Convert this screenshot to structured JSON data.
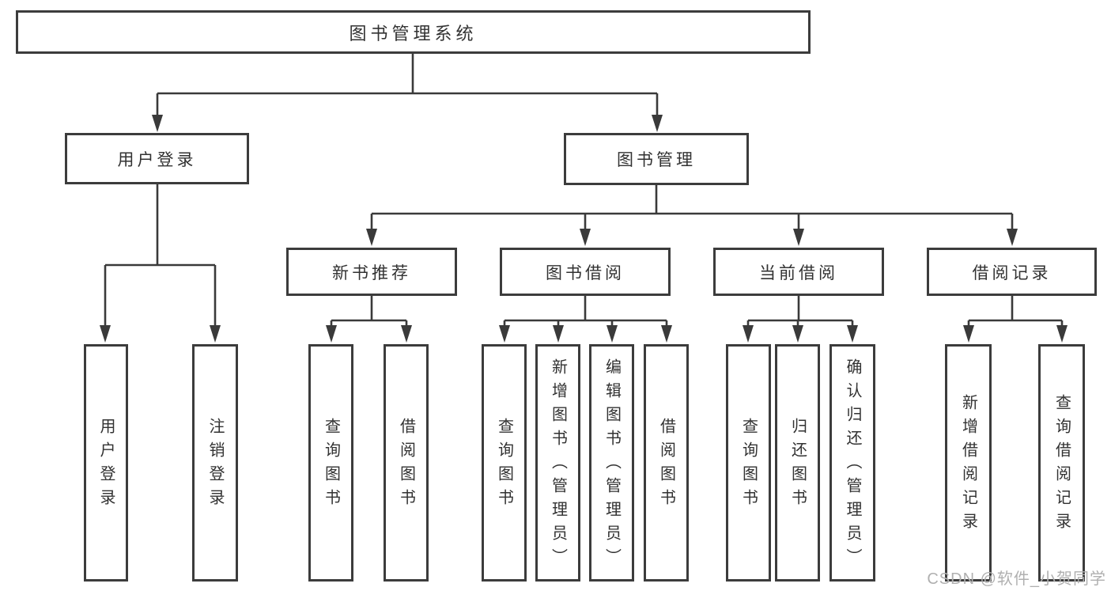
{
  "colors": {
    "background": "#ffffff",
    "box_border": "#3c3c3c",
    "connector": "#3a3a3a",
    "text": "#323232",
    "watermark": "#b0b0b0"
  },
  "watermark": {
    "text": "CSDN @软件_小贺同学"
  },
  "tree": {
    "label": "图书管理系统",
    "children": [
      {
        "label": "用户登录",
        "children": [
          {
            "label": "用户登录"
          },
          {
            "label": "注销登录"
          }
        ]
      },
      {
        "label": "图书管理",
        "children": [
          {
            "label": "新书推荐",
            "children": [
              {
                "label": "查询图书"
              },
              {
                "label": "借阅图书"
              }
            ]
          },
          {
            "label": "图书借阅",
            "children": [
              {
                "label": "查询图书"
              },
              {
                "label": "新增图书（管理员）"
              },
              {
                "label": "编辑图书（管理员）"
              },
              {
                "label": "借阅图书"
              }
            ]
          },
          {
            "label": "当前借阅",
            "children": [
              {
                "label": "查询图书"
              },
              {
                "label": "归还图书"
              },
              {
                "label": "确认归还（管理员）"
              }
            ]
          },
          {
            "label": "借阅记录",
            "children": [
              {
                "label": "新增借阅记录"
              },
              {
                "label": "查询借阅记录"
              }
            ]
          }
        ]
      }
    ]
  }
}
